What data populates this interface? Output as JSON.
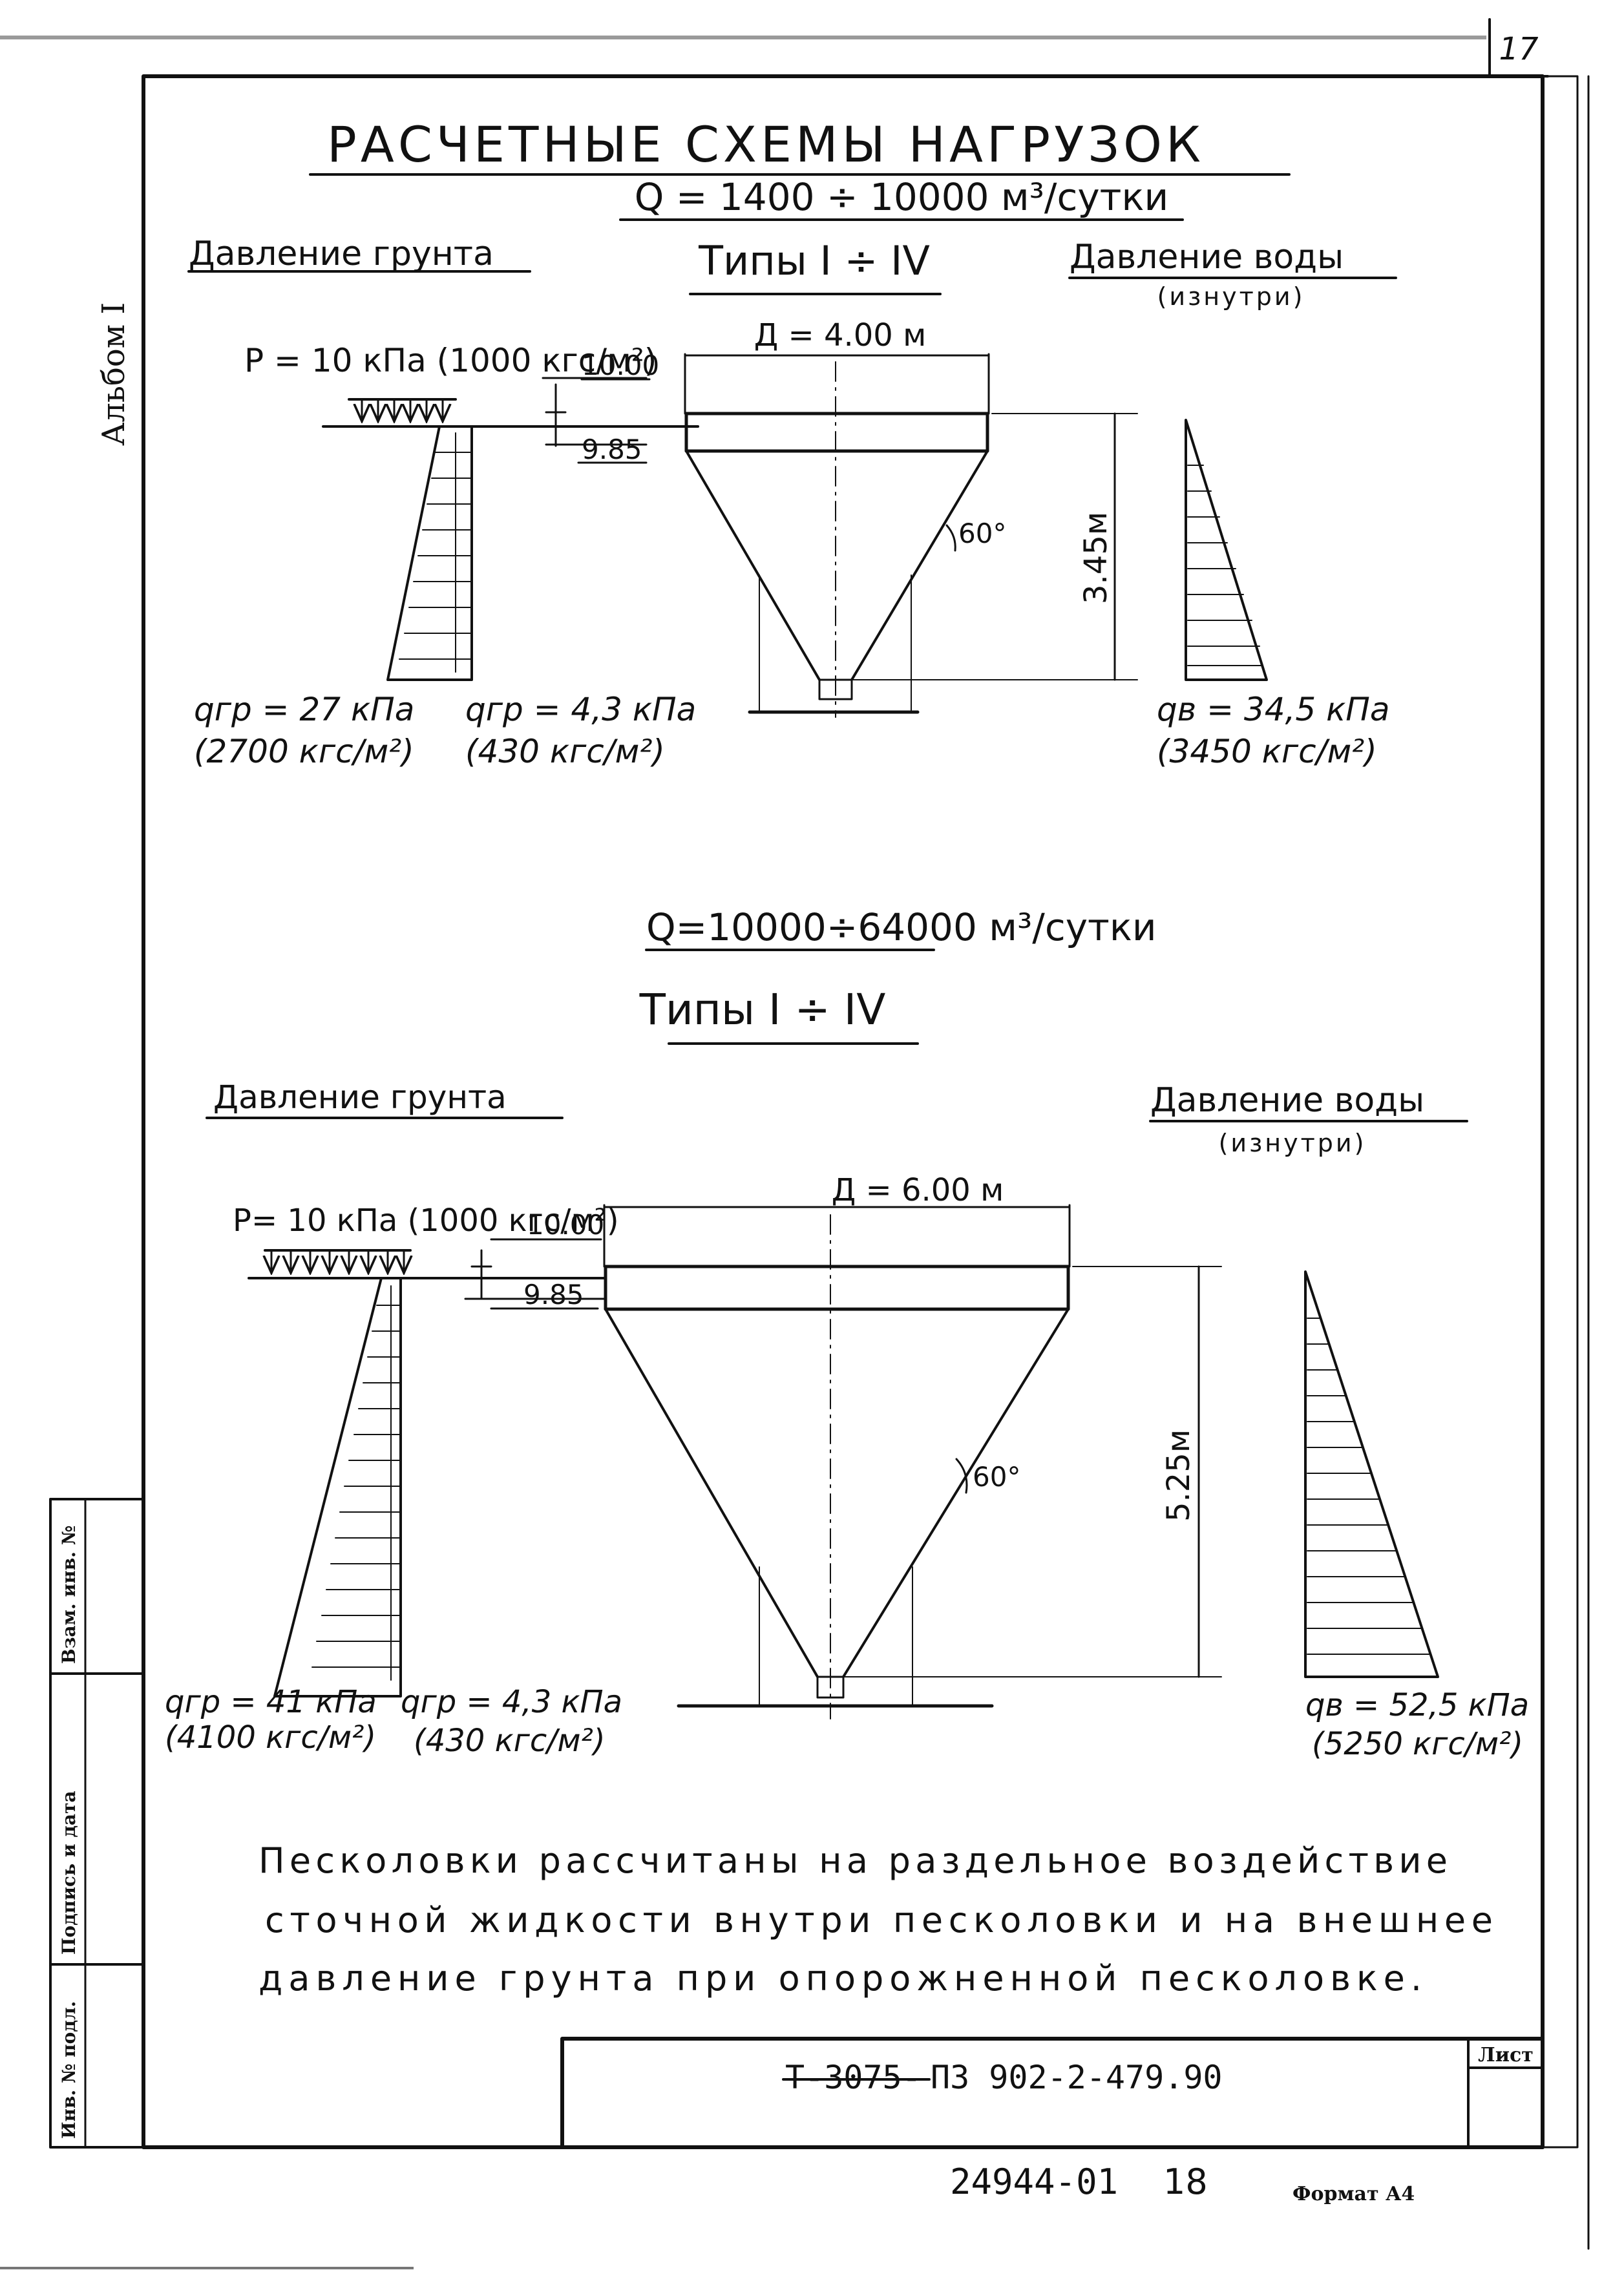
{
  "page": {
    "number": "17",
    "album": "Альбом I",
    "title": "РАСЧЕТНЫЕ СХЕМЫ НАГРУЗОК"
  },
  "scheme1": {
    "flow": "Q = 1400 ÷ 10000 м³/сутки",
    "types": "Типы I ÷ IV",
    "soil_heading": "Давление грунта",
    "water_heading": "Давление воды",
    "water_sub": "(изнутри)",
    "diameter": "Д = 4.00 м",
    "load": "P = 10 кПа (1000 кгс/м²)",
    "level_top": "10.00",
    "level_ground": "9.85",
    "angle": "60°",
    "height": "3.45м",
    "q_soil_max": "qгр = 27 кПа",
    "q_soil_max_kgs": "(2700 кгс/м²)",
    "q_soil_min": "qгр = 4,3 кПа",
    "q_soil_min_kgs": "(430 кгс/м²)",
    "q_water": "qв = 34,5 кПа",
    "q_water_kgs": "(3450 кгс/м²)"
  },
  "scheme2": {
    "flow": "Q=10000÷64000 м³/сутки",
    "types": "Типы I ÷ IV",
    "soil_heading": "Давление грунта",
    "water_heading": "Давление воды",
    "water_sub": "(изнутри)",
    "diameter": "Д = 6.00 м",
    "load": "P= 10 кПа (1000 кгс/м²)",
    "level_top": "10.00",
    "level_ground": "9.85",
    "angle": "60°",
    "height": "5.25м",
    "q_soil_max": "qгр = 41 кПа",
    "q_soil_max_kgs": "(4100 кгс/м²)",
    "q_soil_min": "qгр = 4,3 кПа",
    "q_soil_min_kgs": "(430 кгс/м²)",
    "q_water": "qв = 52,5 кПа",
    "q_water_kgs": "(5250 кгс/м²)"
  },
  "note": {
    "line1": "Песколовки рассчитаны на раздельное воздействие",
    "line2": "сточной жидкости внутри песколовки и на внешнее",
    "line3": "давление грунта при опорожненной песколовке."
  },
  "stamp": {
    "labels": [
      "Взам. инв. №",
      "Подпись и дата",
      "Инв. № подл."
    ],
    "struck": "Т-3075-",
    "code": "ПЗ 902-2-479.90",
    "sheet_label": "Лист",
    "inventory": "24944-01",
    "inventory_page": "18",
    "format": "Формат А4"
  }
}
